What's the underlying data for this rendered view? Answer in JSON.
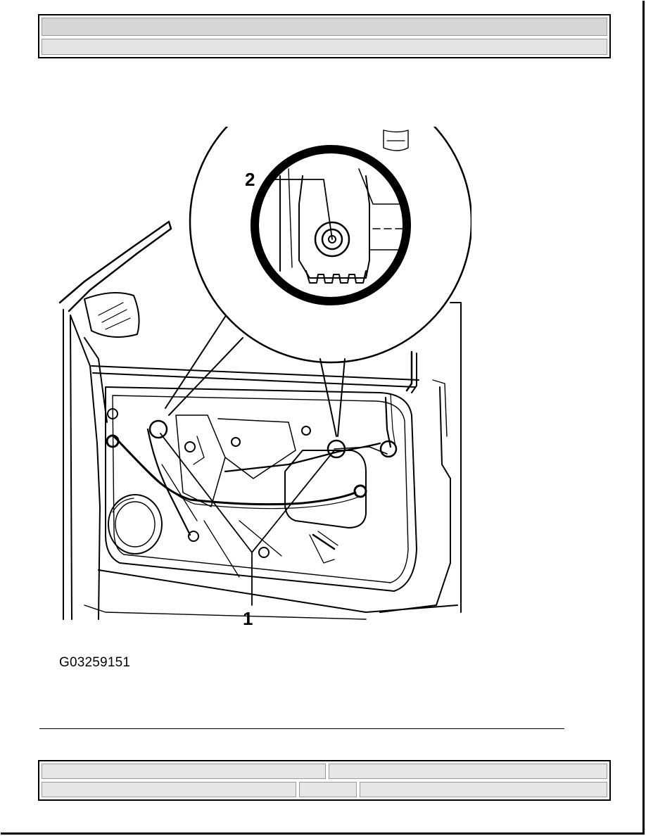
{
  "figure": {
    "caption": "G03259151",
    "callouts": [
      {
        "id": "callout-1",
        "label": "1"
      },
      {
        "id": "callout-2",
        "label": "2"
      }
    ]
  },
  "header": {
    "row1_text": "",
    "row2_text": ""
  },
  "footer": {
    "cells": [
      "",
      "",
      "",
      "",
      ""
    ]
  }
}
